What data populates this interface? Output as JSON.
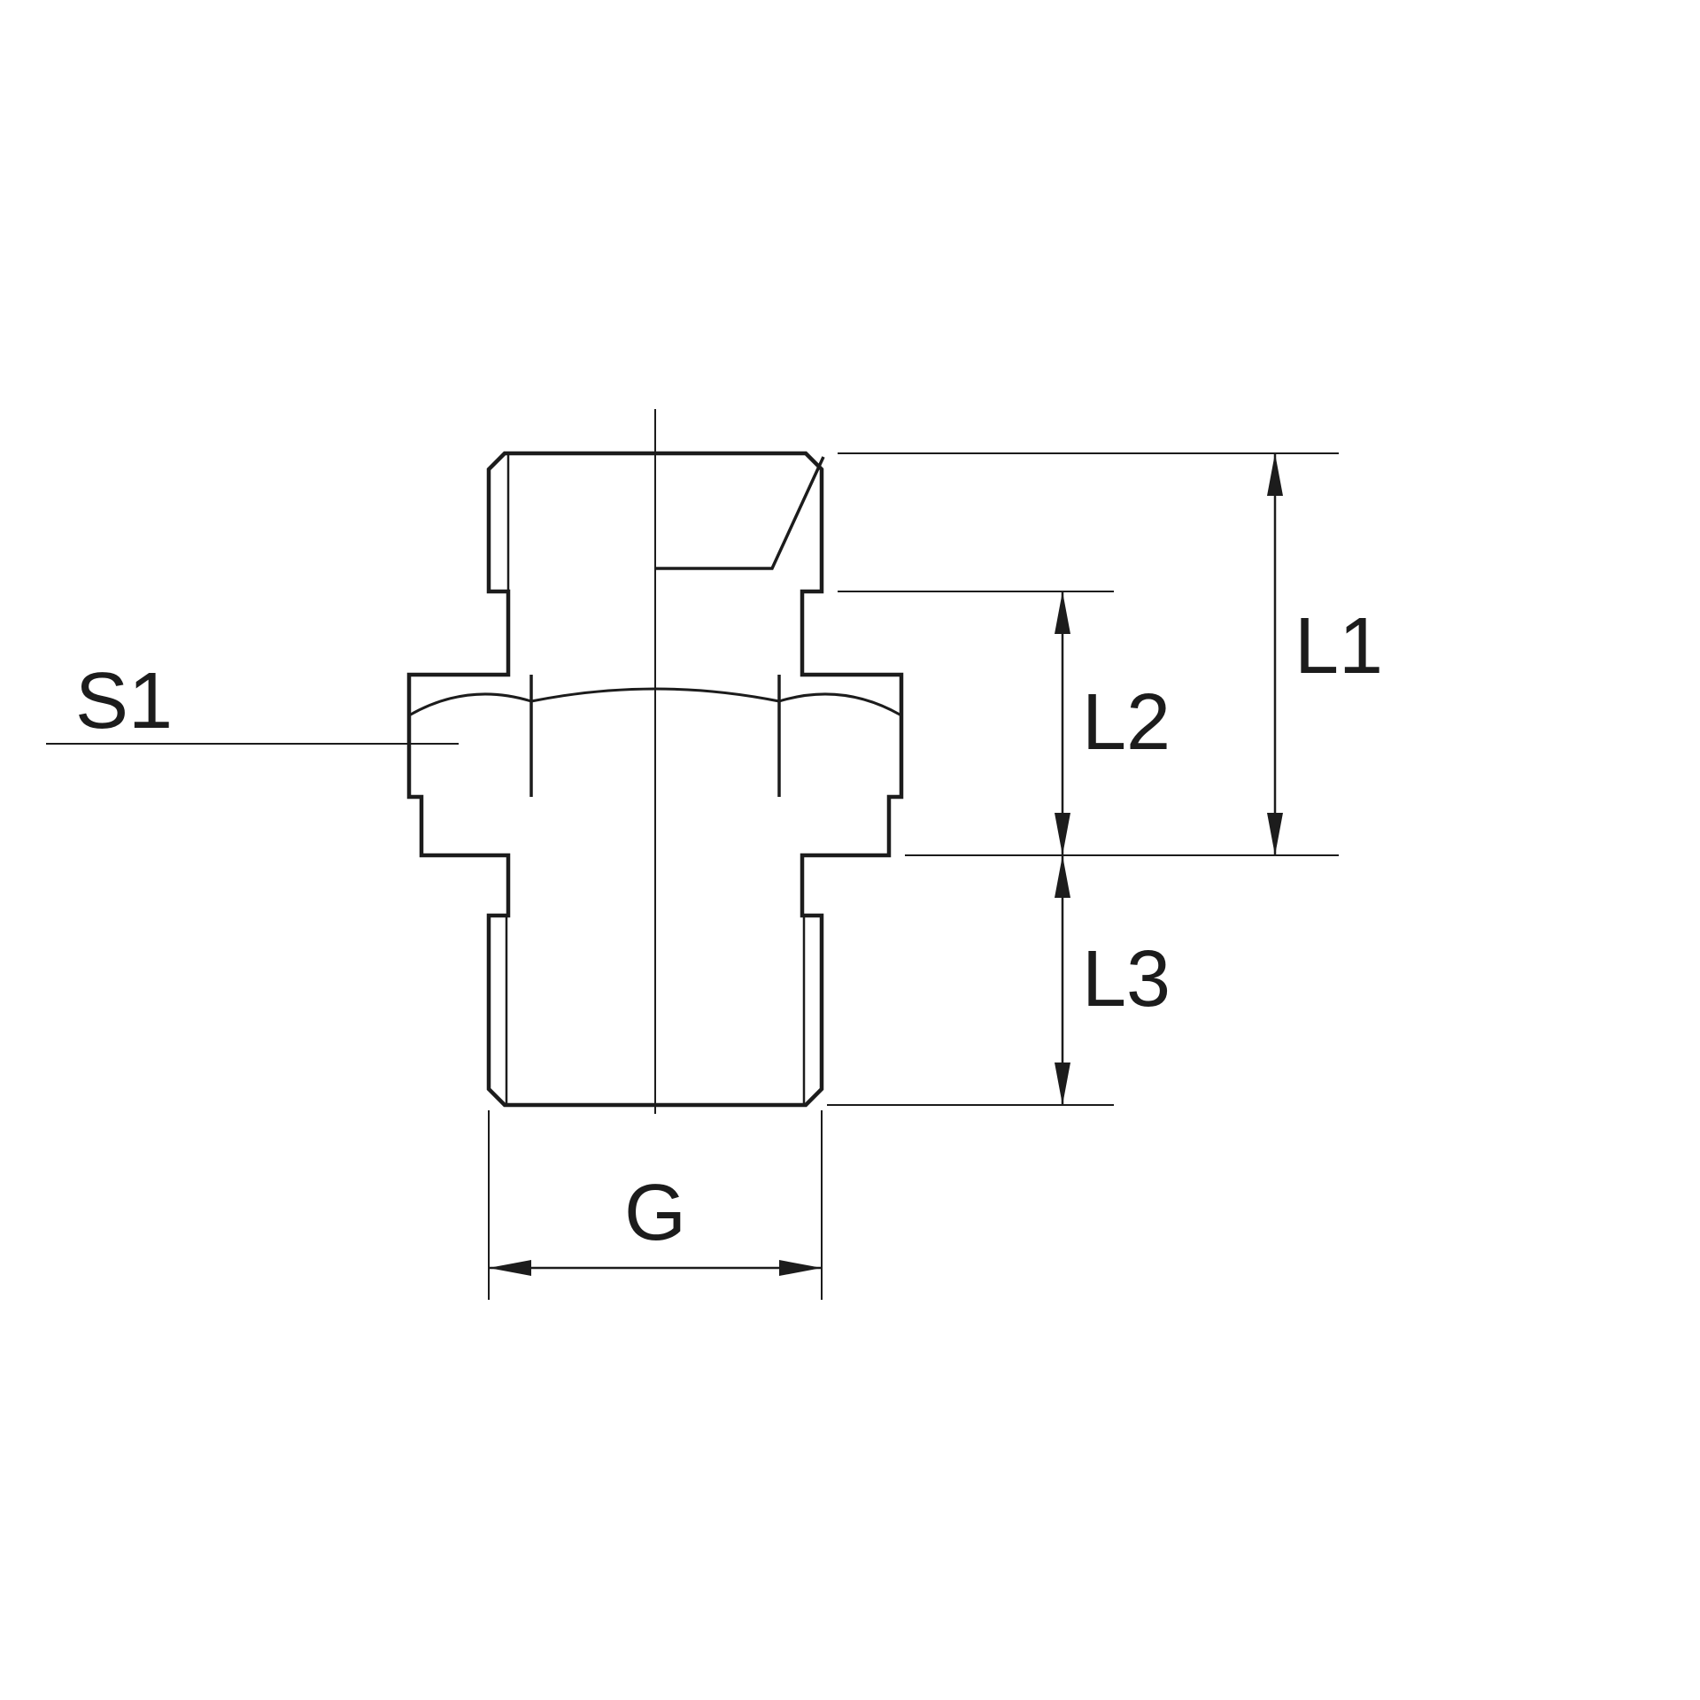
{
  "colors": {
    "line": "#1c1c1c",
    "text": "#1c1c1c",
    "background": "#ffffff"
  },
  "labels": {
    "s1": "S1",
    "l1": "L1",
    "l2": "L2",
    "l3": "L3",
    "g": "G"
  }
}
